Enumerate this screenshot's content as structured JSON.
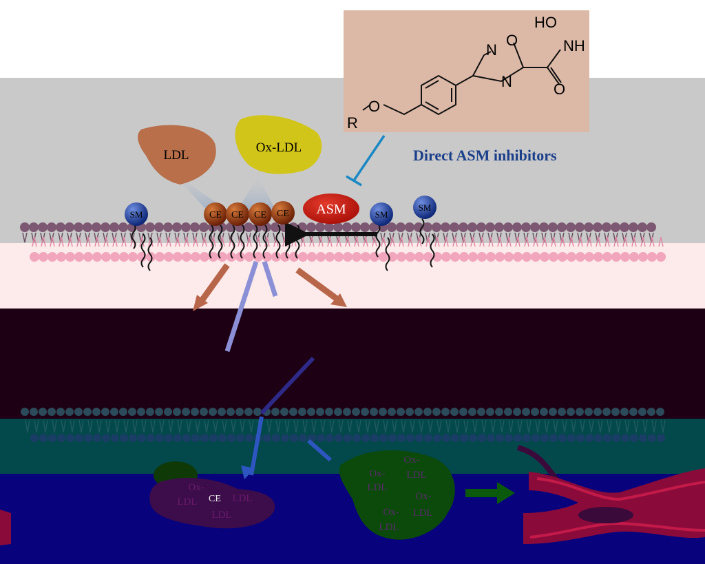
{
  "structure": {
    "label_ho": "HO",
    "label_nh": "NH",
    "label_n_top": "N",
    "label_o_ring": "O",
    "label_n_ring": "N",
    "label_o_carbonyl": "O",
    "label_r": "R",
    "label_o_ether": "O"
  },
  "inhibitor_caption": "Direct ASM inhibitors",
  "lipoproteins": {
    "ldl": "LDL",
    "ox_ldl": "Ox-LDL"
  },
  "membrane": {
    "sm_label": "SM",
    "ce_label": "CE",
    "asm_label": "ASM"
  },
  "aggregates": {
    "left": {
      "items": [
        "Ox-",
        "LDL",
        "CE",
        "LDL",
        "LDL"
      ]
    },
    "right": {
      "items": [
        "Ox-",
        "LDL",
        "Ox-",
        "LDL",
        "Ox-",
        "LDL",
        "Ox-",
        "LDL"
      ]
    }
  },
  "colors": {
    "gray_band": "#c9c9c9",
    "pink_band": "#fdeaea",
    "dark_band": "#1e0014",
    "teal_band": "#03484b",
    "blue_band": "#08027d",
    "structure_box": "#dcb8a6",
    "inhibitor_text": "#1a3f8a",
    "ldl": "#b86f4a",
    "ox_ldl": "#d2c51a",
    "sm_ball": "#1a3c9c",
    "ce_ball": "#8a3210",
    "asm": "#c8170f",
    "head_purple": "#7d5872",
    "head_pink": "#f2a6bd"
  }
}
